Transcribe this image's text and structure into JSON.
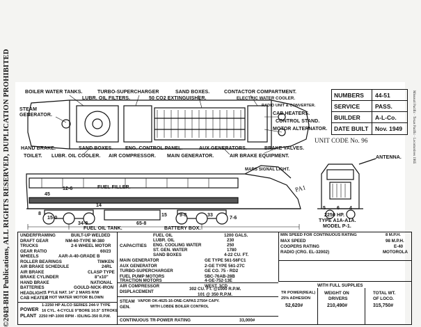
{
  "margin": {
    "copyright": "©2013 BHI Publications, ALL RIGHTS RESERVED, DUPLICATION PROHIBITED",
    "page_number": "-21-",
    "side_reference": "Missouri Pacific · Texas Pacific · Locomotives 1965"
  },
  "info_box": [
    {
      "label": "NUMBERS",
      "value": "44-51"
    },
    {
      "label": "SERVICE",
      "value": "PASS."
    },
    {
      "label": "BUILDER",
      "value": "A-L-Co."
    },
    {
      "label": "DATE BUILT",
      "value": "Nov. 1949"
    }
  ],
  "unit_code": "UNIT CODE No. 96",
  "callouts": {
    "boiler": "BOILER WATER TANKS.",
    "turbo": "TURBO-SUPERCHARGER",
    "sand_top": "SAND BOXES.",
    "contactor": "CONTACTOR COMPARTMENT.",
    "lube": "LUBR. OIL FILTERS.",
    "co2": "50 CO2 EXTINGUISHER.",
    "elec_cooler": "ELECTRIC WATER COOLER.",
    "radio": "RADIO UNIT & CONVERTER.",
    "cab_heaters": "CAB HEATERS.",
    "steam": "STEAM",
    "generator": "GENERATOR.",
    "control_stand": "CONTROL STAND.",
    "motor_alt": "MOTOR ALTERNATOR.",
    "hand_brake": "HAND BRAKE.",
    "sand_low": "SAND BOXES.",
    "eng_panel": "ENG. CONTROL PANEL.",
    "aux_gen": "AUX GENERATORS.",
    "brake_valves": "BRAKE VALVES.",
    "toilet": "TOILET.",
    "lubr_cooler": "LUBR. OIL COOLER.",
    "air_comp": "AIR COMPRESSOR.",
    "main_gen": "MAIN GENERATOR.",
    "air_brake_eq": "AIR BRAKE EQUIPMENT.",
    "antenna": "ANTENNA.",
    "mars": "MARS SIGNAL LIGHT.",
    "fuel_filler": "FUEL FILLER.",
    "fuel_tank": "FUEL OIL TANK.",
    "battery": "BATTERY BOX.",
    "hp": "2250 HP.",
    "type": "TYPE A1A-A1A.",
    "model": "MODEL P-1.",
    "pa": "PA1"
  },
  "dimensions": [
    "45",
    "12-6",
    "14",
    "8",
    "15-0",
    "34-8",
    "65-8",
    "15",
    "9-8",
    "33",
    "7-6",
    "5",
    "6",
    "4"
  ],
  "spec_left": [
    [
      "UNDERFRAMING",
      "BUILT-UP WELDED"
    ],
    [
      "DRAFT GEAR",
      "NM-60-TYPE M-380"
    ],
    [
      "TRUCKS",
      "2-6 WHEEL MOTOR"
    ],
    [
      "GEAR RATIO",
      "60/23"
    ],
    [
      "WHEELS",
      "AAR-A-40-GRADE B"
    ],
    [
      "ROLLER BEARINGS",
      "TIMKEN"
    ],
    [
      "AIR BRAKE SCHEDULE",
      "24RL"
    ],
    [
      "AIR BRAKE",
      "CLASP TYPE"
    ],
    [
      "BRAKE CYLINDER",
      "8\"x10\""
    ],
    [
      "HAND BRAKE",
      "NATIONAL"
    ],
    [
      "BATTERIES",
      "GOULD-NICK-IRON"
    ],
    [
      "HEADLIGHT",
      "1 PYLE NAT. 14\" 2 MARS R/W"
    ],
    [
      "CAB HEATER",
      "2 HOT WATER MOTOR BLOWN"
    ]
  ],
  "power_plant": {
    "label_a": "POWER",
    "label_b": "PLANT",
    "lines": [
      "1-2250 HP ALCO SERIES 244-V TYPE",
      "16 CYL. 4-CYCLE 9\"BORE 10.5\" STROKE",
      "2250 HP-1000 RPM - IDLING-350 R.P.M."
    ]
  },
  "capacities": {
    "title": "CAPACITIES",
    "rows": [
      [
        "FUEL OIL",
        "1200 GALS."
      ],
      [
        "LUBR. OIL",
        "230"
      ],
      [
        "ENG. COOLING WATER",
        "250"
      ],
      [
        "ST. GEN. WATER",
        "1780"
      ],
      [
        "SAND BOXES",
        "4-22 CU. FT."
      ]
    ]
  },
  "spec_middle": [
    [
      "MAIN GENERATOR",
      "GE TYPE 561-56FC1"
    ],
    [
      "AUX GENERATOR",
      "2-GE TYPE 561-27C"
    ],
    [
      "TURBO-SUPERCHARGER",
      "GE CO. 75 - RD2"
    ],
    [
      "FUEL PUMP MOTORS",
      "5BC-76AB-28B"
    ],
    [
      "TRACTION MOTORS",
      "4-GE-752-13E"
    ],
    [
      "AIR COMPRESSOR",
      "WEST. 3CD"
    ]
  ],
  "displacement": {
    "label": "DISPLACEMENT",
    "value": "302 CU. FT. @1000 R.P.M.",
    "value2": "101 @ 350 R.P.M."
  },
  "steam": {
    "label_a": "STEAM",
    "label_b": "GEN.",
    "text": "VAPOR OK-4625-16-ONE-CAPAS 2750# CAPY.",
    "text2": "WITH LOBDE BOILER CONTROL"
  },
  "continuous": {
    "label": "CONTINUOUS TR-POWER RATING",
    "value": "33,000#"
  },
  "spec_right": [
    [
      "MIN SPEED FOR CONTINUOUS RATING",
      "8 M.P.H."
    ],
    [
      "MAX SPEED",
      "98 M.P.H."
    ],
    [
      "COOPERS RATING",
      "E-40"
    ],
    [
      "RADIO (CRG. EL-32002)",
      "MOTOROLA"
    ]
  ],
  "weights": {
    "heading": "WITH FULL SUPPLIES",
    "cols": [
      {
        "a": "TR POWER(REAL)",
        "b": "25% ADHESION",
        "v": "52,620#"
      },
      {
        "a": "WEIGHT ON",
        "b": "DRIVERS",
        "v": "210,490#"
      },
      {
        "a": "TOTAL WT.",
        "b": "OF LOCO.",
        "v": "315,750#"
      }
    ]
  }
}
